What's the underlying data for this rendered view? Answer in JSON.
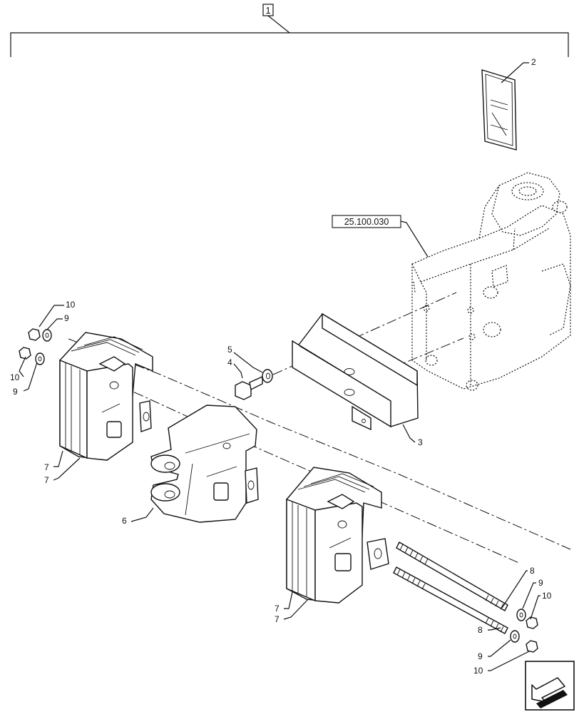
{
  "diagram": {
    "assembly_ref": "1",
    "frame_ref": "25.100.030",
    "callouts": {
      "c1": "2",
      "c2": "3",
      "c3": "5",
      "c4": "4",
      "c5": "10",
      "c6": "9",
      "c7": "10",
      "c8": "9",
      "c9": "7",
      "c10": "7",
      "c11": "6",
      "c12": "7",
      "c13": "7",
      "c14": "8",
      "c15": "9",
      "c16": "10",
      "c17": "8",
      "c18": "9",
      "c19": "10"
    }
  },
  "navigation": {
    "icon": "arrow-icon"
  }
}
